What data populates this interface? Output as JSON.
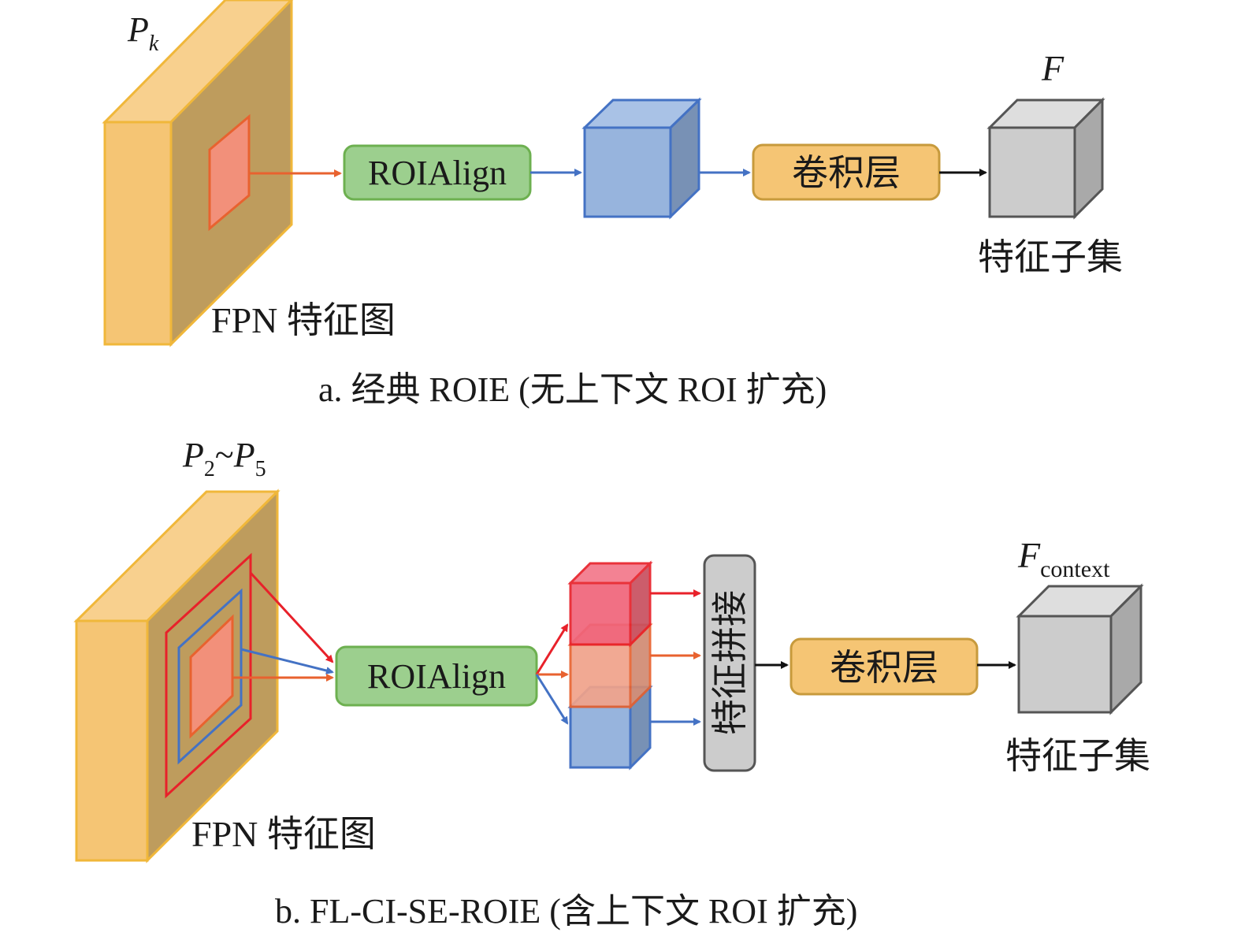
{
  "panel_a": {
    "map_label": "P",
    "map_sub": "k",
    "roialign": "ROIAlign",
    "conv": "卷积层",
    "out_label": "F",
    "feat_subset": "特征子集",
    "fpn": "FPN 特征图",
    "caption": "a. 经典 ROIE (无上下文 ROI 扩充)"
  },
  "panel_b": {
    "map_label_p1": "P",
    "map_sub1": "2",
    "map_tilde": "~",
    "map_label_p2": "P",
    "map_sub2": "5",
    "roialign": "ROIAlign",
    "concat": "特征拼接",
    "conv": "卷积层",
    "out_label": "F",
    "out_sub": "context",
    "feat_subset": "特征子集",
    "fpn": "FPN 特征图",
    "caption": "b. FL-CI-SE-ROIE (含上下文 ROI 扩充)"
  },
  "colors": {
    "fpn_front": "#f5c574",
    "fpn_top": "#f8d08e",
    "fpn_side": "#be9c5d",
    "fpn_edge": "#f0b73a",
    "roi_fill": "#f2907a",
    "roi_edge": "#e8622f",
    "green_fill": "#9ccf8e",
    "green_edge": "#6db050",
    "blue_front": "#97b4dd",
    "blue_top": "#a9c2e6",
    "blue_side": "#7891b5",
    "blue_edge": "#4472c4",
    "orange_fill": "#f5c574",
    "orange_edge": "#c79a3c",
    "gray_front": "#cccccc",
    "gray_top": "#dedede",
    "gray_side": "#a9a9a9",
    "gray_edge": "#555555",
    "arrow_orange": "#e8622f",
    "arrow_blue": "#4472c4",
    "arrow_red": "#e8212a",
    "arrow_black": "#111111",
    "red_cube": "#f0647a",
    "salmon_cube": "#f0a28a"
  }
}
